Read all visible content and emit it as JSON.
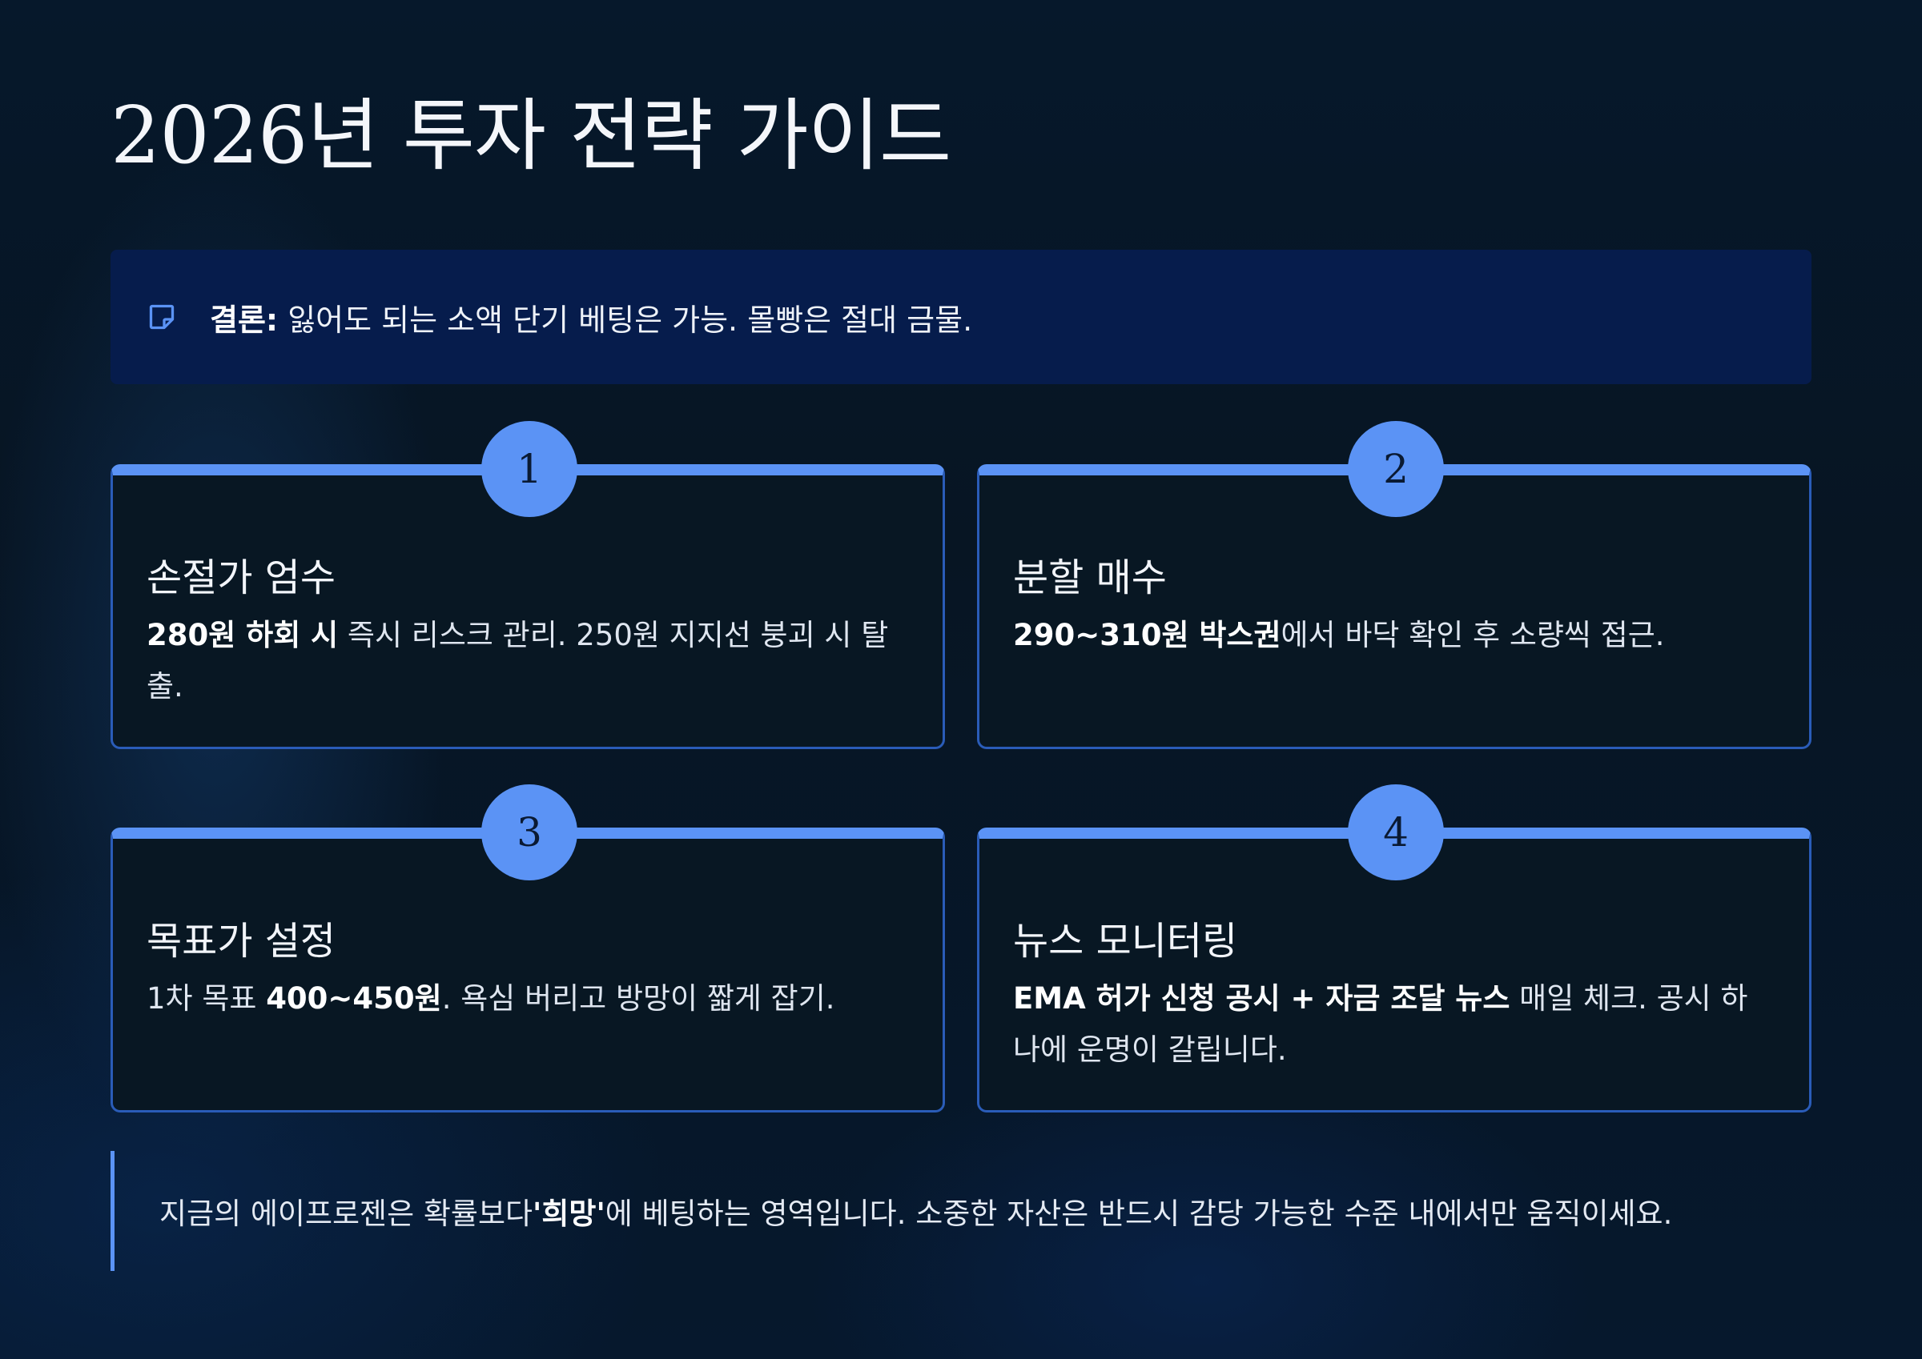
{
  "title": "2026년 투자 전략 가이드",
  "conclusion": {
    "icon": "sticky-note-icon",
    "label": "결론:",
    "text": " 잃어도 되는 소액 단기 베팅은 가능. 몰빵은 절대 금물."
  },
  "cards": [
    {
      "number": "1",
      "title": "손절가 엄수",
      "body_bold": "280원 하회 시",
      "body_text": " 즉시 리스크 관리. 250원 지지선 붕괴 시 탈출."
    },
    {
      "number": "2",
      "title": "분할 매수",
      "body_bold": "290~310원 박스권",
      "body_text": "에서 바닥 확인 후 소량씩 접근."
    },
    {
      "number": "3",
      "title": "목표가 설정",
      "body_pre": "1차 목표 ",
      "body_bold": "400~450원",
      "body_text": ". 욕심 버리고 방망이 짧게 잡기."
    },
    {
      "number": "4",
      "title": "뉴스 모니터링",
      "body_bold": "EMA 허가 신청 공시 + 자금 조달 뉴스",
      "body_text": " 매일 체크. 공시 하나에 운명이 갈립니다."
    }
  ],
  "footer_quote": {
    "pre": "지금의 에이프로젠은 확률보다 ",
    "bold": "'희망'",
    "post": "에 베팅하는 영역입니다. 소중한 자산은 반드시 감당 가능한 수준 내에서만 움직이세요."
  },
  "colors": {
    "accent": "#5b93f5",
    "card_border": "#2a5cb8",
    "conclusion_bg": "#061c4c",
    "card_bg": "#081723"
  }
}
